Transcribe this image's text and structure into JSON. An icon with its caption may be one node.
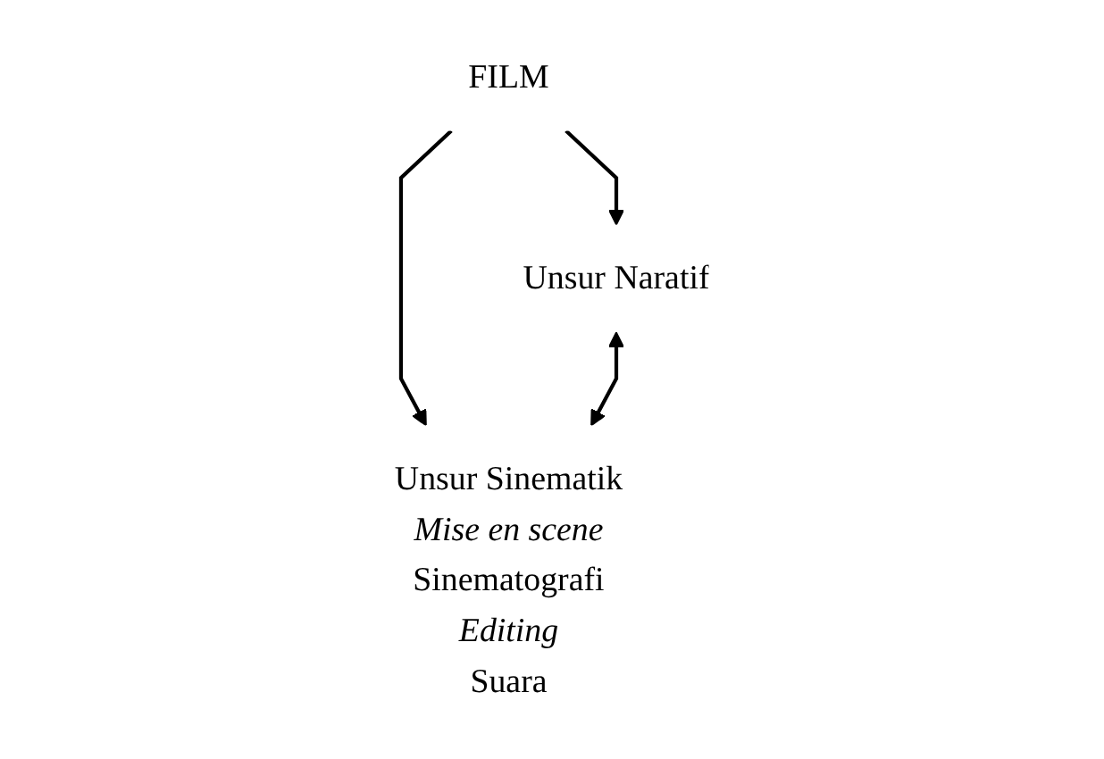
{
  "diagram": {
    "nodes": [
      {
        "text": [
          "FILM"
        ]
      },
      {
        "text": [
          "Unsur Naratif"
        ]
      },
      {
        "text": [
          "Unsur Sinematik",
          "Mise en scene",
          "Sinematografi",
          "Editing",
          "Suara"
        ]
      }
    ],
    "edges": [
      {
        "from": 0,
        "to": 1,
        "arrow": "to"
      },
      {
        "from": 0,
        "to": 2,
        "arrow": "to"
      },
      {
        "from": 1,
        "to": 2,
        "arrow": "both"
      }
    ]
  }
}
